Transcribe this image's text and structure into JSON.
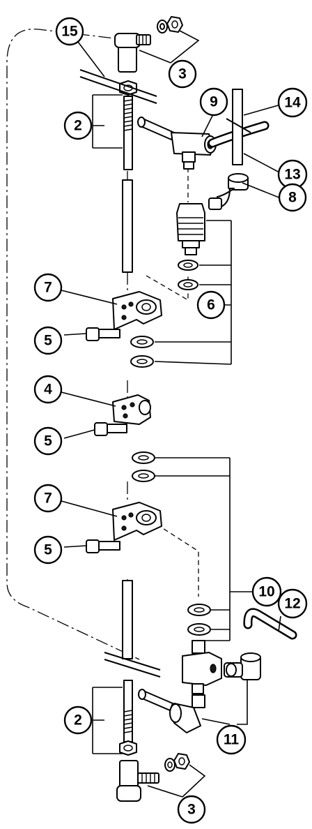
{
  "callouts": {
    "c15": "15",
    "c3_top": "3",
    "c2_top": "2",
    "c9": "9",
    "c14": "14",
    "c13": "13",
    "c8": "8",
    "c6": "6",
    "c7_top": "7",
    "c5_a": "5",
    "c4": "4",
    "c5_b": "5",
    "c7_bottom": "7",
    "c5_c": "5",
    "c10": "10",
    "c12": "12",
    "c2_bottom": "2",
    "c11": "11",
    "c3_bottom": "3"
  },
  "colors": {
    "ink": "#000000",
    "paper": "#ffffff"
  }
}
